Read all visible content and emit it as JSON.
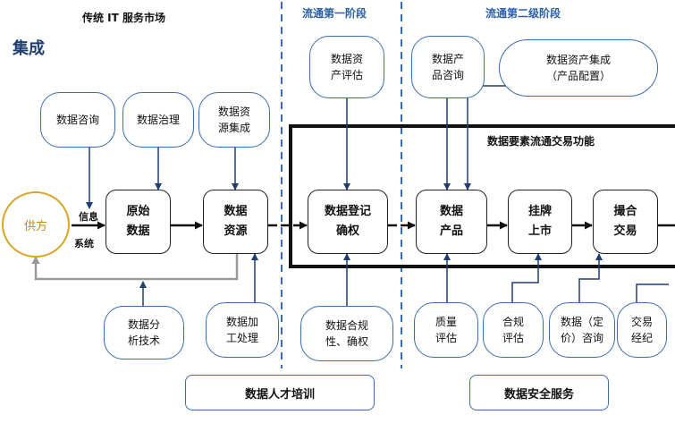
{
  "headers": {
    "traditional_market": "传统 IT 服务市场",
    "stage_one": "流通第一阶段",
    "stage_two": "流通第二级阶段"
  },
  "integration_label": "集成",
  "exchange_box_label": "数据要素流通交易功能",
  "source_node": "供方",
  "info_system_label": [
    "信息",
    "系统"
  ],
  "process_nodes": {
    "raw_data": [
      "原始",
      "数据"
    ],
    "data_resource": [
      "数据",
      "资源"
    ],
    "registration": [
      "数据登记",
      "确权"
    ],
    "data_product": [
      "数据",
      "产品"
    ],
    "listing": [
      "挂牌",
      "上市"
    ],
    "matching": [
      "撮合",
      "交易"
    ]
  },
  "top_services": {
    "consulting": [
      "数据咨询"
    ],
    "governance": [
      "数据治理"
    ],
    "resource_integration": [
      "数据资",
      "源集成"
    ],
    "asset_evaluation": [
      "数据资",
      "产评估"
    ],
    "product_consulting": [
      "数据产",
      "品咨询"
    ],
    "asset_integration": [
      "数据资产集成",
      "（产品配置）"
    ]
  },
  "bottom_services": {
    "analysis_tech": [
      "数据分",
      "析技术"
    ],
    "processing": [
      "数据加",
      "工处理"
    ],
    "compliance_confirm": [
      "数据合规",
      "性、确权"
    ],
    "quality_eval": [
      "质量",
      "评估"
    ],
    "compliance_eval": [
      "合规",
      "评估"
    ],
    "pricing_consulting": [
      "数据（定",
      "价）咨询"
    ],
    "broker": [
      "交易",
      "经纪"
    ]
  },
  "footer_services": {
    "talent_training": "数据人才培训",
    "security_service": "数据安全服务"
  },
  "colors": {
    "service_border": "#3a6db0",
    "stage_divider": "#3a6db0",
    "source_border": "#d9a520",
    "source_text": "#c48a10",
    "feedback_arrow": "#999999",
    "main_flow": "#111111"
  }
}
